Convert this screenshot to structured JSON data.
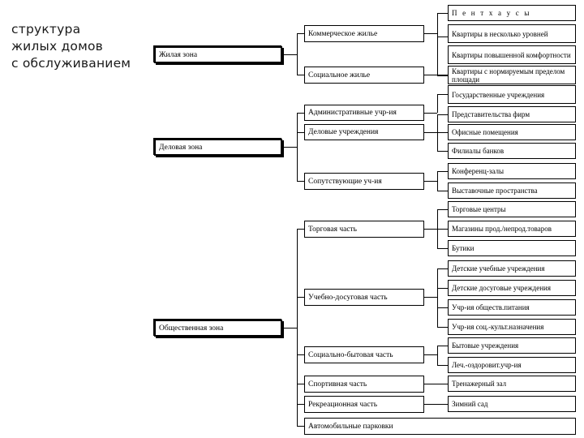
{
  "title": {
    "line1": "структура",
    "line2": "жилых домов",
    "line3": "с обслуживанием",
    "full": "структура жилых домов с обслуживанием"
  },
  "colors": {
    "box_border": "#000000",
    "box_fill": "#ffffff",
    "text": "#000000",
    "title_text": "#1a1a1a",
    "background": "#ffffff"
  },
  "diagram": {
    "type": "hierarchy-tree",
    "orientation": "left-to-right",
    "levels": 3
  },
  "level1": [
    {
      "id": "zhilaya",
      "label": "Жилая зона"
    },
    {
      "id": "delovaya",
      "label": "Деловая зона"
    },
    {
      "id": "obshchestvennaya",
      "label": "Общественная зона"
    }
  ],
  "level2": [
    {
      "id": "kommercheskoe",
      "label": "Коммерческое жилье",
      "parent": "zhilaya"
    },
    {
      "id": "socialnoe",
      "label": "Социальное жилье",
      "parent": "zhilaya"
    },
    {
      "id": "administrativnye",
      "label": "Административные учр-ия",
      "parent": "delovaya"
    },
    {
      "id": "delovye",
      "label": "Деловые учреждения",
      "parent": "delovaya"
    },
    {
      "id": "soputstvuyushchie",
      "label": "Сопутствующие уч-ия",
      "parent": "delovaya"
    },
    {
      "id": "torgovaya",
      "label": "Торговая часть",
      "parent": "obshchestvennaya"
    },
    {
      "id": "uchebno",
      "label": "Учебно-досуговая часть",
      "parent": "obshchestvennaya"
    },
    {
      "id": "socbyt",
      "label": "Социально-бытовая часть",
      "parent": "obshchestvennaya"
    },
    {
      "id": "sportivnaya",
      "label": "Спортивная часть",
      "parent": "obshchestvennaya"
    },
    {
      "id": "rekreacionnaya",
      "label": "Рекреационная часть",
      "parent": "obshchestvennaya"
    }
  ],
  "level3": [
    {
      "id": "penthouses",
      "label": "П е н т х а у с ы",
      "parent": "kommercheskoe"
    },
    {
      "id": "kvartiry_urovni",
      "label": "Квартиры в несколько уровней",
      "parent": "kommercheskoe"
    },
    {
      "id": "kvartiry_komfort",
      "label": "Квартиры повышенной комфортности",
      "parent": "kommercheskoe"
    },
    {
      "id": "kvartiry_normy",
      "label": "Квартиры с нормируемым пределом площади",
      "parent": "socialnoe"
    },
    {
      "id": "gosudarstvennye",
      "label": "Государственные учреждения",
      "parent": "administrativnye"
    },
    {
      "id": "predstavitelstva",
      "label": "Представительства фирм",
      "parent": "delovye"
    },
    {
      "id": "ofisnye",
      "label": "Офисные помещения",
      "parent": "delovye"
    },
    {
      "id": "filialy",
      "label": "Филиалы банков",
      "parent": "delovye"
    },
    {
      "id": "konferenc",
      "label": "Конференц-залы",
      "parent": "soputstvuyushchie"
    },
    {
      "id": "vystavochnye",
      "label": "Выставочные пространства",
      "parent": "soputstvuyushchie"
    },
    {
      "id": "torgovye_centry",
      "label": "Торговые центры",
      "parent": "torgovaya"
    },
    {
      "id": "magaziny",
      "label": "Магазины прод./непрод.товаров",
      "parent": "torgovaya"
    },
    {
      "id": "butiki",
      "label": "Бутики",
      "parent": "torgovaya"
    },
    {
      "id": "detskie_ucheb",
      "label": "Детские учебные учреждения",
      "parent": "uchebno"
    },
    {
      "id": "detskie_dosug",
      "label": "Детские досуговые учреждения",
      "parent": "uchebno"
    },
    {
      "id": "obshchestv_pitaniya",
      "label": "Учр-ия обществ.питания",
      "parent": "uchebno"
    },
    {
      "id": "soc_kult",
      "label": "Учр-ия соц.-культ.назначения",
      "parent": "uchebno"
    },
    {
      "id": "bytovye",
      "label": "Бытовые учреждения",
      "parent": "socbyt"
    },
    {
      "id": "lech_ozdorovit",
      "label": "Леч.-оздоровит.учр-ия",
      "parent": "socbyt"
    },
    {
      "id": "trenazherny",
      "label": "Тренажерный зал",
      "parent": "sportivnaya"
    },
    {
      "id": "zimniy_sad",
      "label": "Зимний сад",
      "parent": "rekreacionnaya"
    }
  ],
  "footer": {
    "parking_label": "Автомобильные парковки"
  }
}
